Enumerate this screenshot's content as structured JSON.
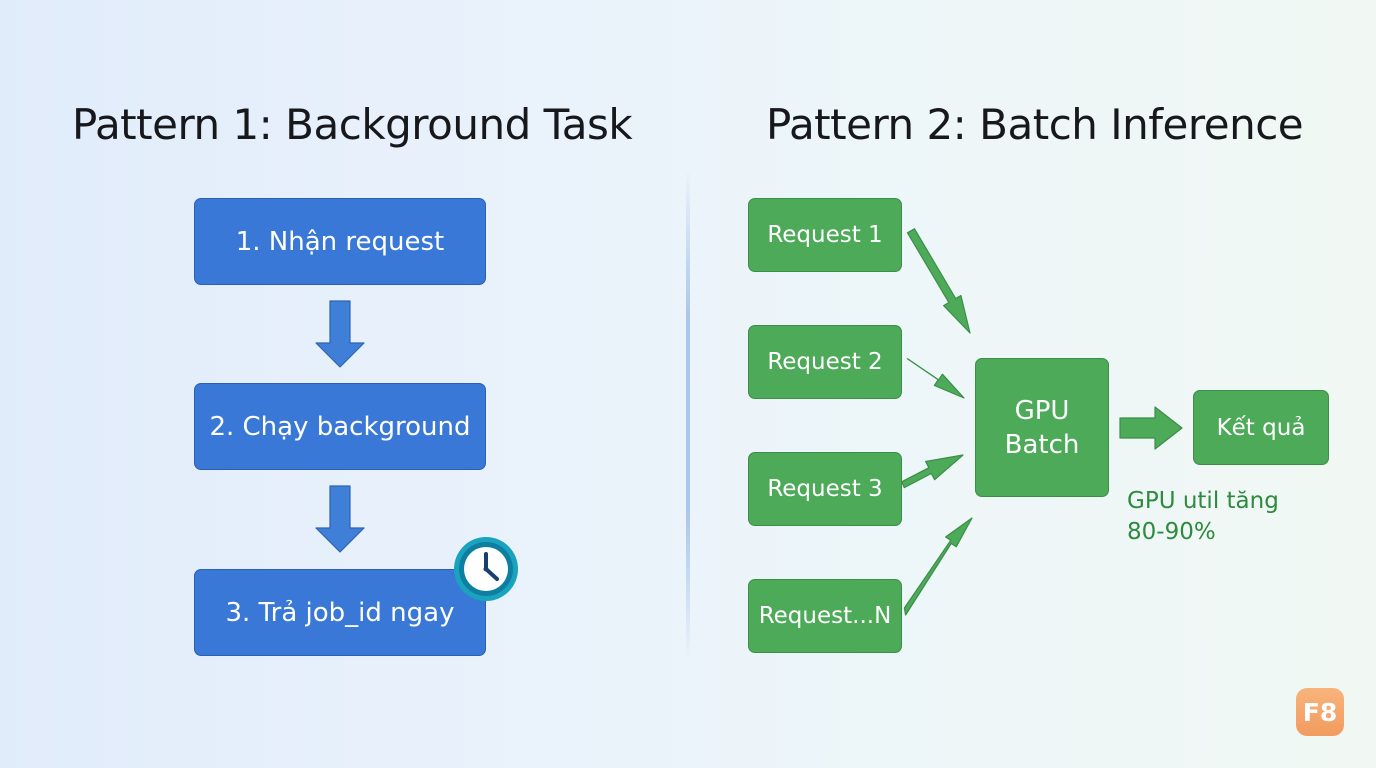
{
  "left": {
    "title": "Pattern 1: Background Task",
    "steps": [
      "1. Nhận request",
      "2. Chạy background",
      "3. Trả job_id ngay"
    ],
    "icon": "clock-icon"
  },
  "right": {
    "title": "Pattern 2: Batch Inference",
    "requests": [
      "Request 1",
      "Request 2",
      "Request 3",
      "Request...N"
    ],
    "gpu_line1": "GPU",
    "gpu_line2": "Batch",
    "result": "Kết quả",
    "note_line1": "GPU util tăng",
    "note_line2": "80-90%"
  },
  "badge": "F8",
  "colors": {
    "blue": "#3978d6",
    "green": "#4caa59",
    "note_green": "#2e8a3e",
    "badge_orange": "#f29b5f"
  }
}
